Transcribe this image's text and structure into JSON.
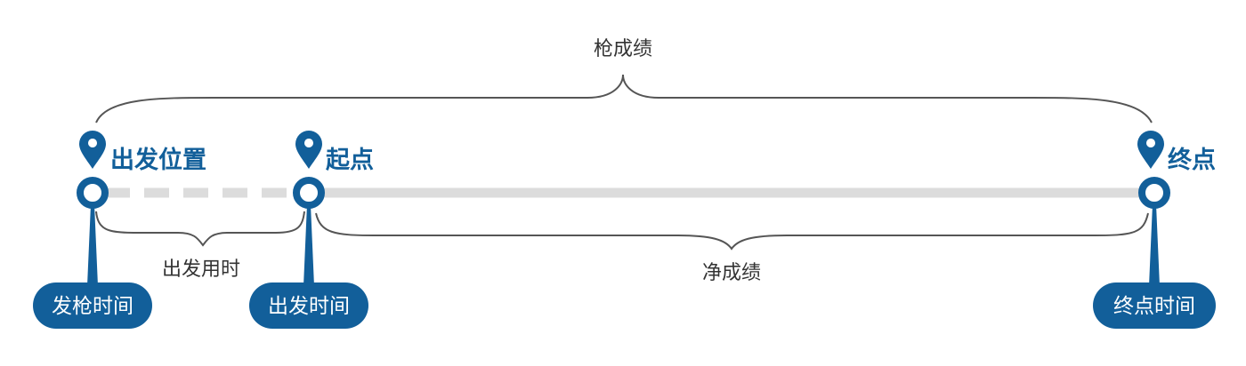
{
  "colors": {
    "accent": "#125f9a",
    "track": "#dcdcdc",
    "brace": "#555555"
  },
  "gun_result": "枪成绩",
  "start_time_span": "出发用时",
  "net_result": "净成绩",
  "points": [
    {
      "title": "出发位置",
      "callout": "发枪时间"
    },
    {
      "title": "起点",
      "callout": "出发时间"
    },
    {
      "title": "终点",
      "callout": "终点时间"
    }
  ]
}
